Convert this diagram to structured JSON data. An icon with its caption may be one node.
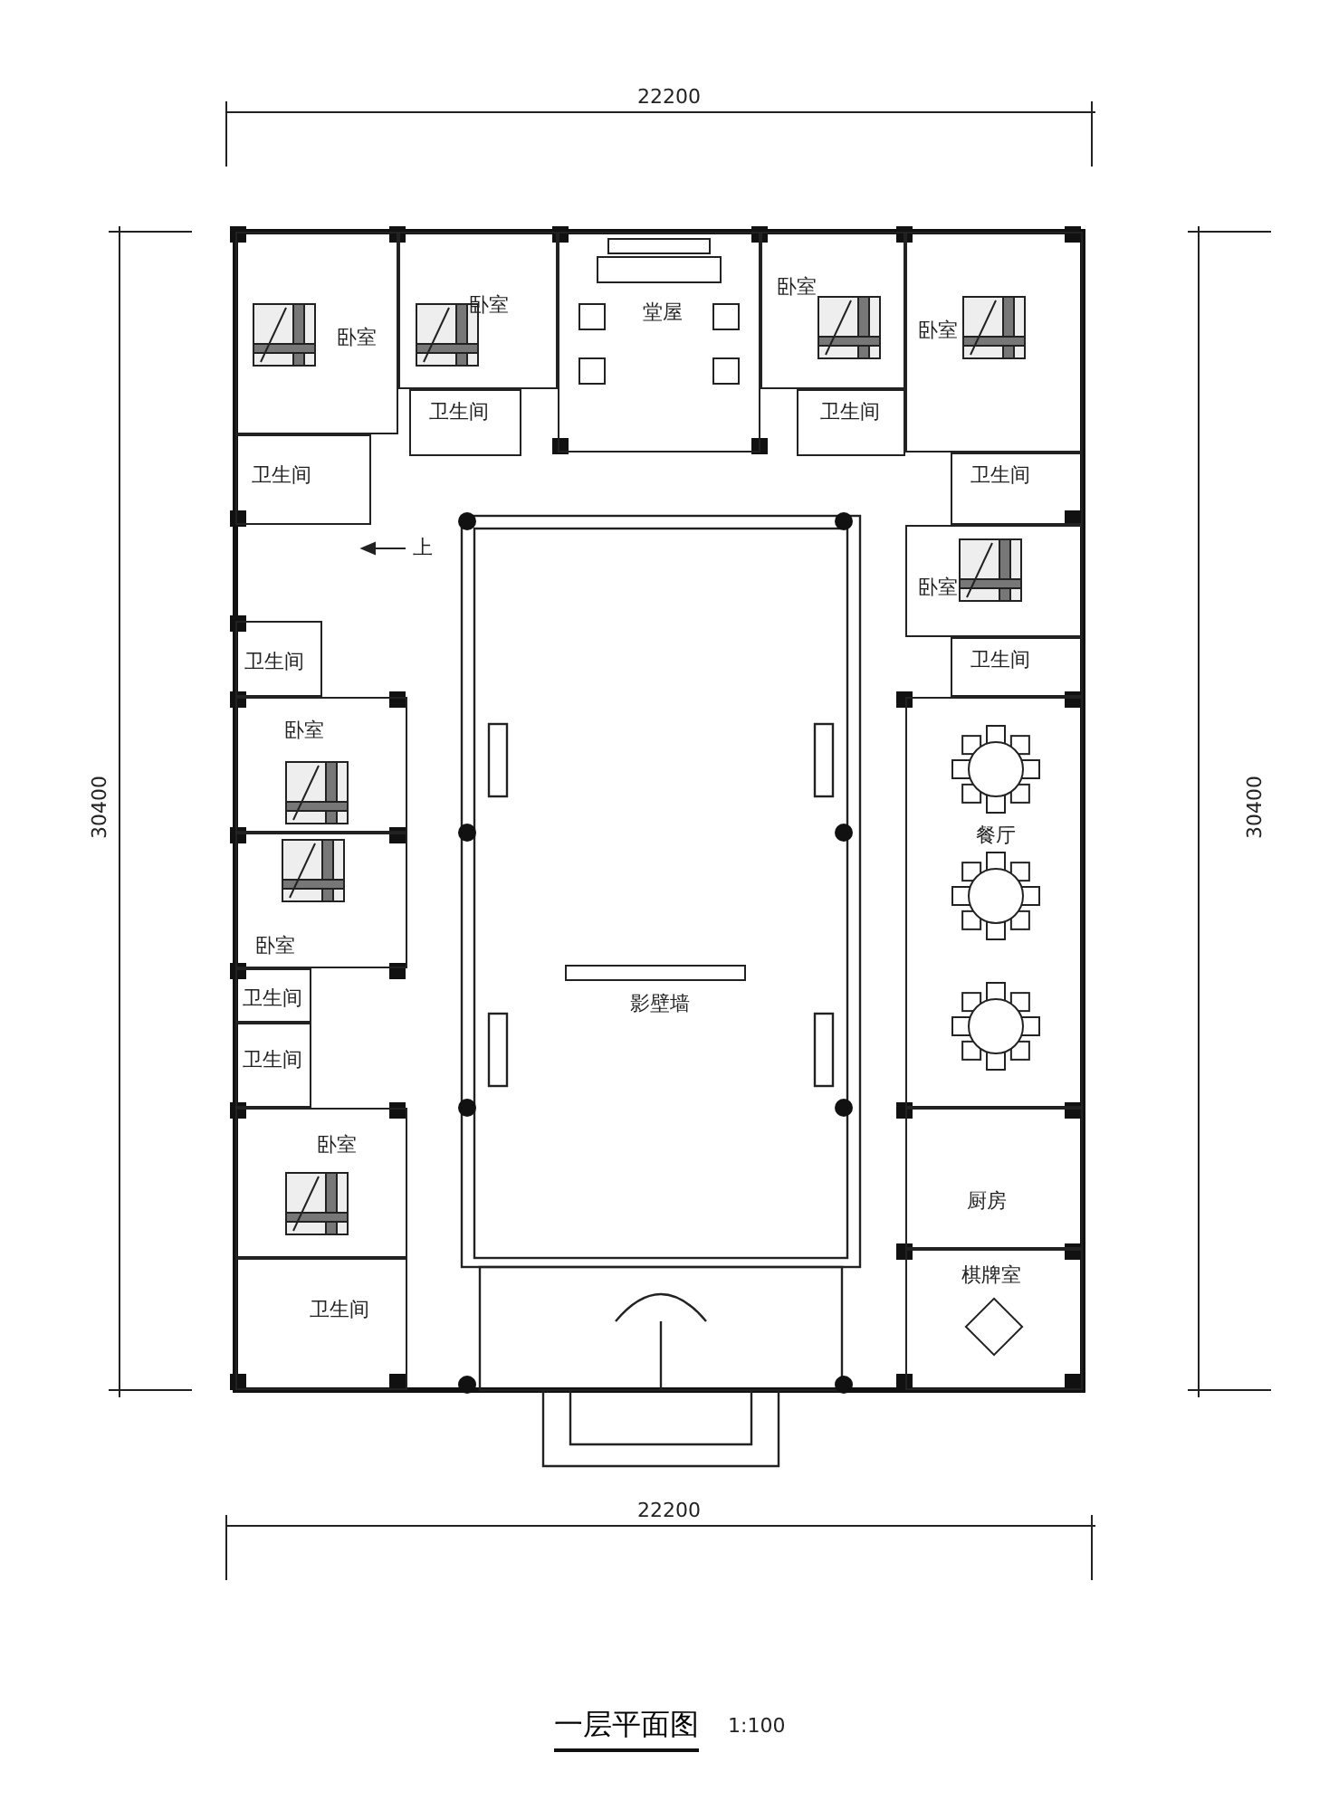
{
  "diagram": {
    "caption": "一层平面图",
    "nodes": [
      {
        "text": [
          "卧室"
        ]
      },
      {
        "text": [
          "卧室"
        ]
      },
      {
        "text": [
          "堂屋"
        ]
      },
      {
        "text": [
          "卧室"
        ]
      },
      {
        "text": [
          "卧室"
        ]
      },
      {
        "text": [
          "卫生间"
        ]
      },
      {
        "text": [
          "卫生间"
        ]
      },
      {
        "text": [
          "卫生间"
        ]
      },
      {
        "text": [
          "卫生间"
        ]
      },
      {
        "text": [
          "卧室"
        ]
      },
      {
        "text": [
          "卫生间"
        ]
      },
      {
        "text": [
          "卫生间"
        ]
      },
      {
        "text": [
          "卧室"
        ]
      },
      {
        "text": [
          "餐厅"
        ]
      },
      {
        "text": [
          "卧室"
        ]
      },
      {
        "text": [
          "影壁墙"
        ]
      },
      {
        "text": [
          "卫生间"
        ]
      },
      {
        "text": [
          "卫生间"
        ]
      },
      {
        "text": [
          "卧室"
        ]
      },
      {
        "text": [
          "厨房"
        ]
      },
      {
        "text": [
          "卫生间"
        ]
      },
      {
        "text": [
          "棋牌室"
        ]
      }
    ],
    "edges": [],
    "labels": [
      "22200",
      "30400",
      "30400",
      "上",
      "22200",
      "1:100"
    ]
  }
}
